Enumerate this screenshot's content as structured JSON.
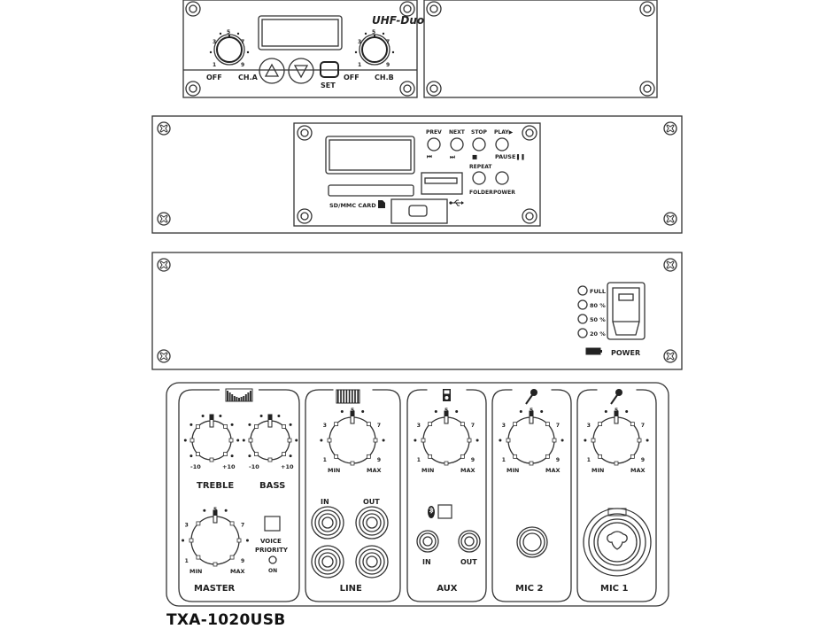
{
  "model": "TXA-1020USB",
  "wireless_module": {
    "brand": "UHF-Duo",
    "knob_scale": [
      "1",
      "3",
      "5",
      "7",
      "9"
    ],
    "channels": [
      {
        "label": "CH.A",
        "off_label": "OFF"
      },
      {
        "label": "CH.B",
        "off_label": "OFF"
      }
    ],
    "buttons": {
      "up": "up-arrow",
      "down": "down-arrow",
      "set": "SET"
    }
  },
  "blank_module": {},
  "media_player": {
    "buttons": [
      {
        "top": "PREV",
        "bottom": "⏮"
      },
      {
        "top": "NEXT",
        "bottom": "⏭"
      },
      {
        "top": "STOP",
        "bottom": "■"
      },
      {
        "top": "PLAY▶",
        "bottom": "PAUSE❚❚"
      }
    ],
    "repeat_label": "REPEAT",
    "folder_label": "FOLDER",
    "power_label": "POWER",
    "card_label": "SD/MMC CARD"
  },
  "power_panel": {
    "battery_levels": [
      "FULL",
      "80 %",
      "50 %",
      "20 %"
    ],
    "power_label": "POWER"
  },
  "mixer": {
    "knob_scale": [
      "1",
      "3",
      "5",
      "7",
      "9"
    ],
    "tone": {
      "knobs": [
        {
          "name": "TREBLE",
          "min": "-10",
          "max": "+10"
        },
        {
          "name": "BASS",
          "min": "-10",
          "max": "+10"
        }
      ],
      "master": {
        "name": "MASTER",
        "min": "MIN",
        "max": "MAX"
      },
      "voice_priority": {
        "label1": "VOICE",
        "label2": "PRIORITY",
        "led": "ON"
      }
    },
    "channels": [
      {
        "name": "LINE",
        "min": "MIN",
        "max": "MAX",
        "in": "IN",
        "out": "OUT"
      },
      {
        "name": "AUX",
        "min": "MIN",
        "max": "MAX",
        "in": "IN",
        "out": "OUT"
      },
      {
        "name": "MIC 2",
        "min": "MIN",
        "max": "MAX"
      },
      {
        "name": "MIC 1",
        "min": "MIN",
        "max": "MAX"
      }
    ]
  }
}
